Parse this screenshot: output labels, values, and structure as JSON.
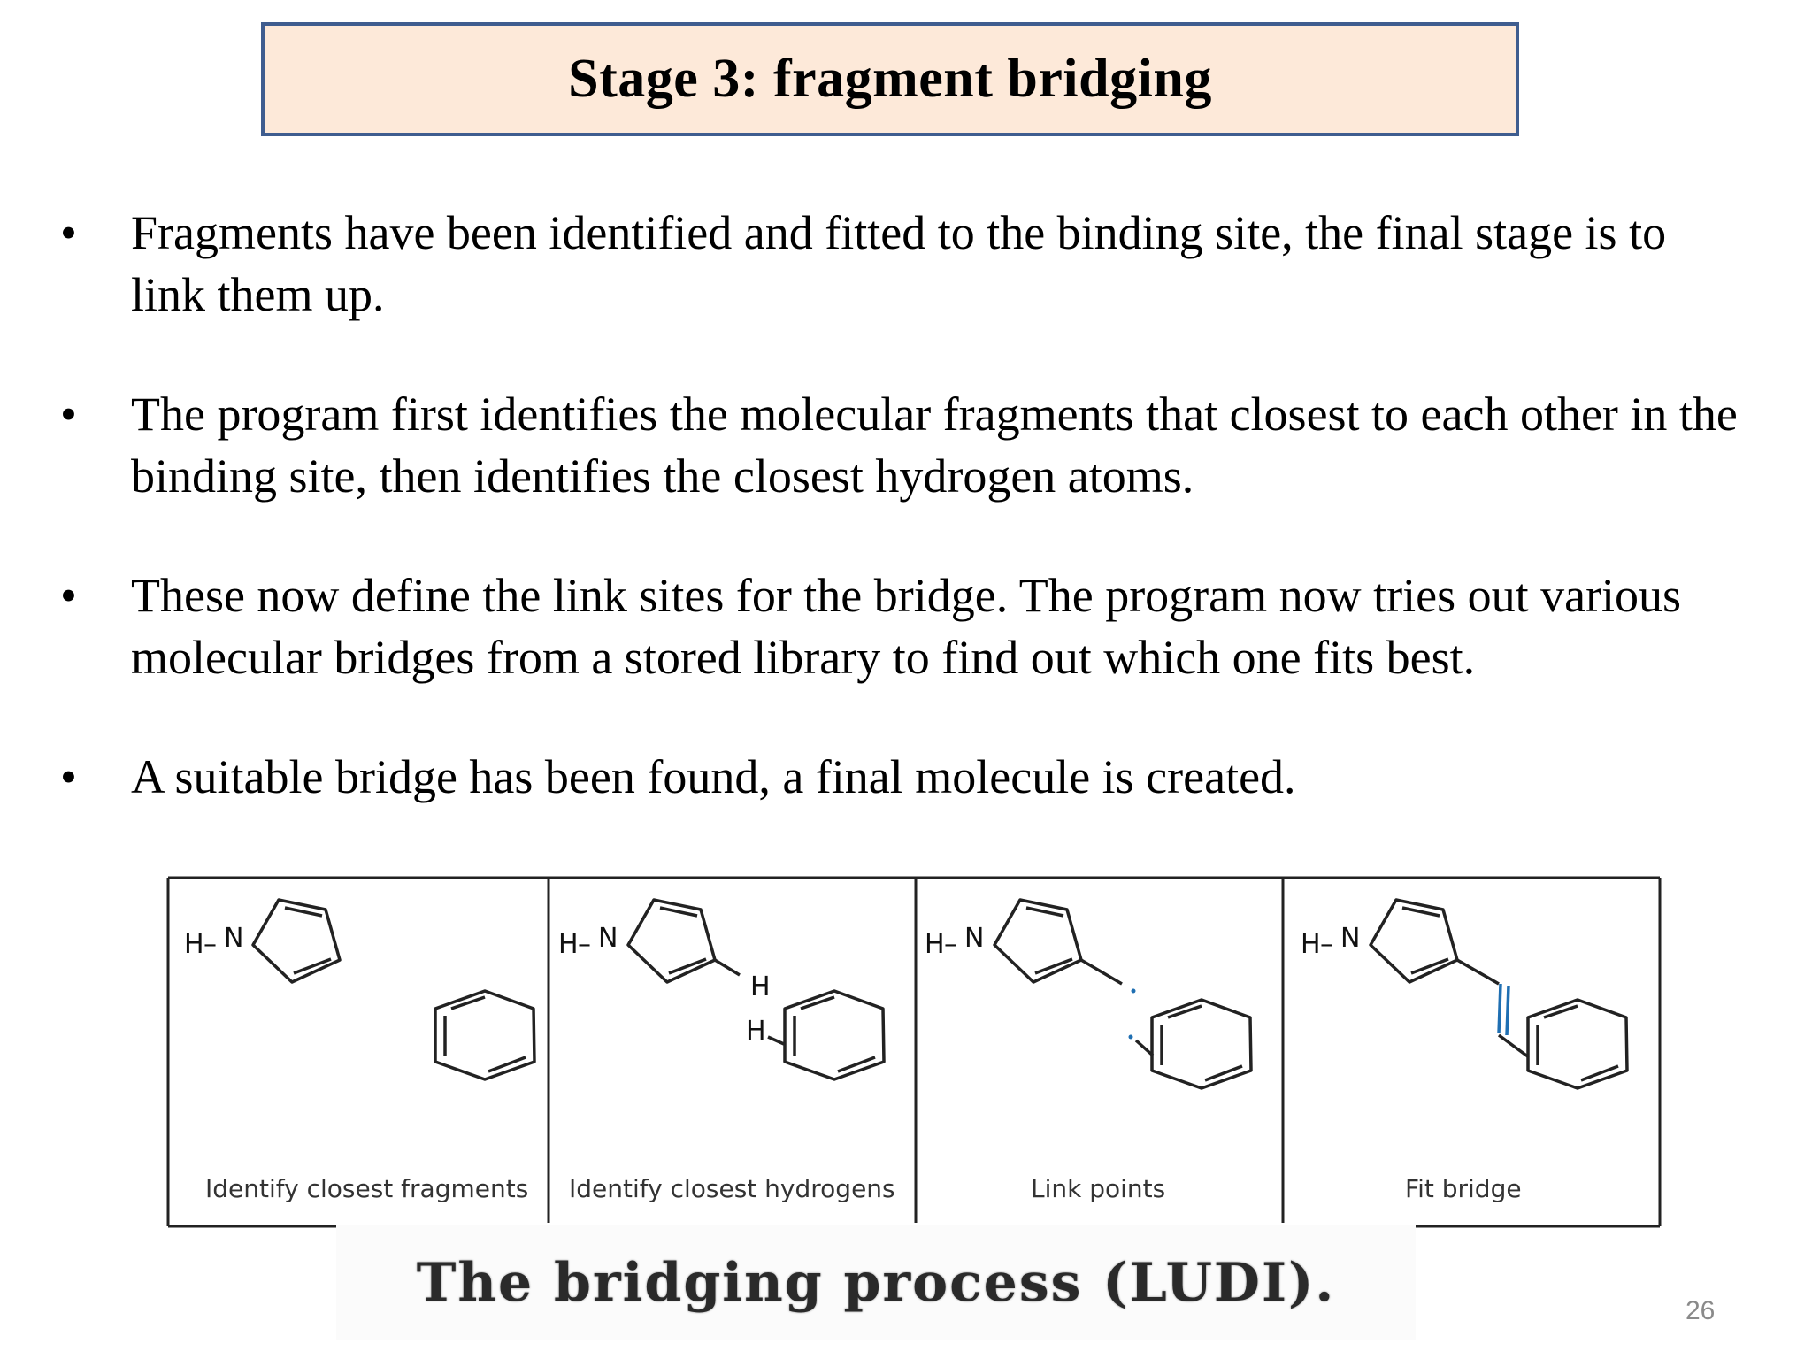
{
  "slide": {
    "title": "Stage 3: fragment bridging",
    "bullets": [
      {
        "marker": "•",
        "text": "Fragments have been identified and fitted to the binding site, the final stage is to link them up."
      },
      {
        "marker": "•",
        "text": "The program first identifies the molecular fragments that closest to each other in the binding site, then identifies the closest hydrogen atoms."
      },
      {
        "marker": "•",
        "text": "These now define the link sites for the bridge. The program now tries out various molecular bridges from a stored library to find out which one fits best."
      },
      {
        "marker": "•",
        "text": "A suitable bridge has been found, a final molecule is created."
      }
    ],
    "page_number": "26"
  },
  "figure": {
    "atoms": {
      "h": "H",
      "n": "N",
      "bond": "–"
    },
    "panels": [
      {
        "label": "Identify closest fragments"
      },
      {
        "label": "Identify closest hydrogens"
      },
      {
        "label": "Link points"
      },
      {
        "label": "Fit bridge"
      }
    ],
    "caption": "The bridging process (LUDI).",
    "colors": {
      "frame": "#222222",
      "bridge": "#1f6fb2",
      "link_dot": "#1f6fb2"
    }
  }
}
